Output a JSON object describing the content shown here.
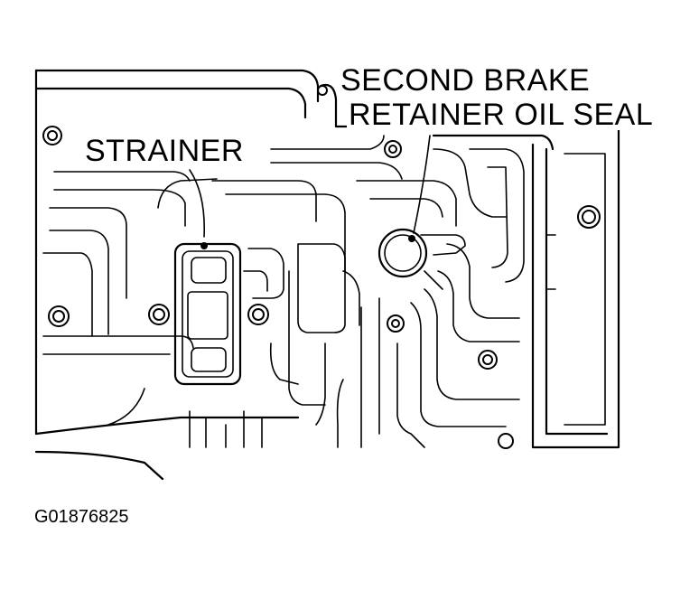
{
  "labels": {
    "strainer": "STRAINER",
    "second_brake_line1": "SECOND BRAKE",
    "second_brake_line2": "RETAINER OIL SEAL"
  },
  "figure_id": "G01876825"
}
